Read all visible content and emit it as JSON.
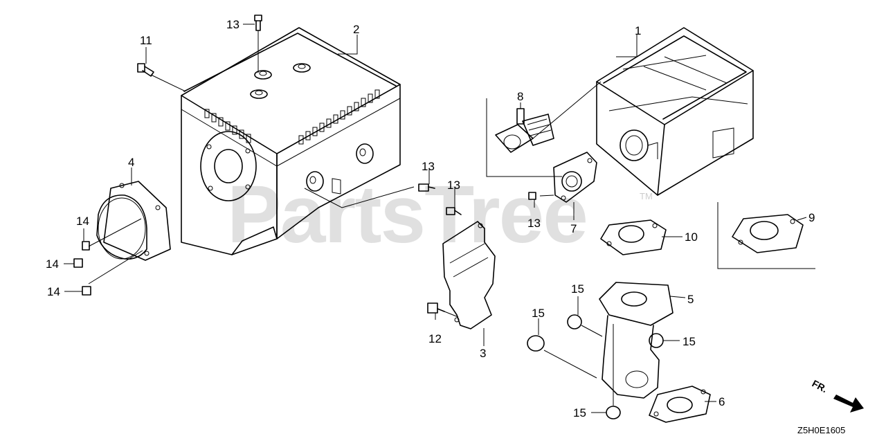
{
  "watermark": {
    "text": "PartsTree",
    "tm": "TM"
  },
  "diagram_code": "Z5H0E1605",
  "direction_label": "FR.",
  "callouts": {
    "c1": "1",
    "c2": "2",
    "c3": "3",
    "c4": "4",
    "c5": "5",
    "c6": "6",
    "c7": "7",
    "c8": "8",
    "c9": "9",
    "c10": "10",
    "c11": "11",
    "c12": "12",
    "c13a": "13",
    "c13b": "13",
    "c13c": "13",
    "c13d": "13",
    "c14a": "14",
    "c14b": "14",
    "c14c": "14",
    "c15a": "15",
    "c15b": "15",
    "c15c": "15",
    "c15d": "15"
  }
}
